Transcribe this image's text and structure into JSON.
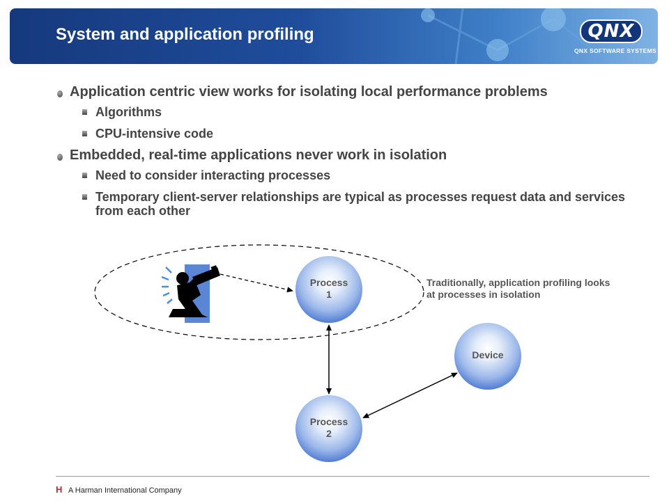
{
  "header": {
    "title": "System and application profiling",
    "logo_mark": "QNX",
    "logo_sub": "QNX SOFTWARE SYSTEMS"
  },
  "bullets": [
    {
      "text": "Application centric view works for isolating local performance problems",
      "sub": [
        "Algorithms",
        "CPU-intensive code"
      ]
    },
    {
      "text": "Embedded, real-time applications never work in isolation",
      "sub": [
        "Need to consider interacting processes",
        "Temporary client-server relationships are typical as processes request data and services from each other"
      ]
    }
  ],
  "diagram": {
    "nodes": {
      "process1": {
        "line1": "Process",
        "line2": "1"
      },
      "process2": {
        "line1": "Process",
        "line2": "2"
      },
      "device": {
        "line1": "Device"
      }
    },
    "annotation": "Traditionally, application profiling looks at processes in isolation",
    "figure_icon": "person-with-telescope-icon"
  },
  "colors": {
    "banner_dark": "#16397d",
    "node_blue": "#2d58b7",
    "footer_logo": "#cc2229"
  },
  "footer": {
    "company": "A Harman International Company",
    "logo_letter": "H"
  }
}
